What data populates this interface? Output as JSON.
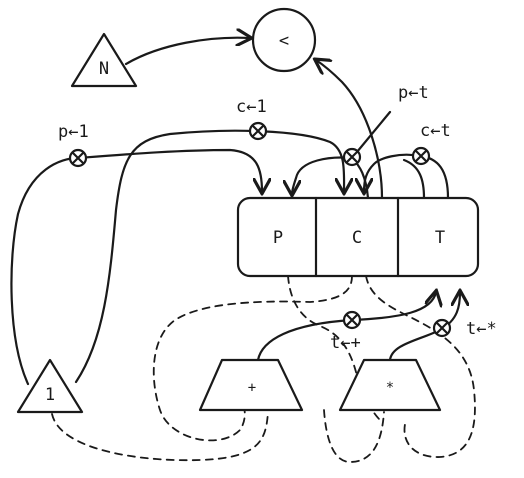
{
  "diagram": {
    "nodes": {
      "n_triangle": "N",
      "lt_circle": "<",
      "p_cell": "P",
      "c_cell": "C",
      "t_cell": "T",
      "one_triangle": "1",
      "plus_block": "+",
      "star_block": "*"
    },
    "annotations": {
      "p_gets_1": "p←1",
      "c_gets_1": "c←1",
      "p_gets_t": "p←t",
      "c_gets_t": "c←t",
      "t_gets_plus": "t←+",
      "t_gets_star": "t←*"
    }
  }
}
